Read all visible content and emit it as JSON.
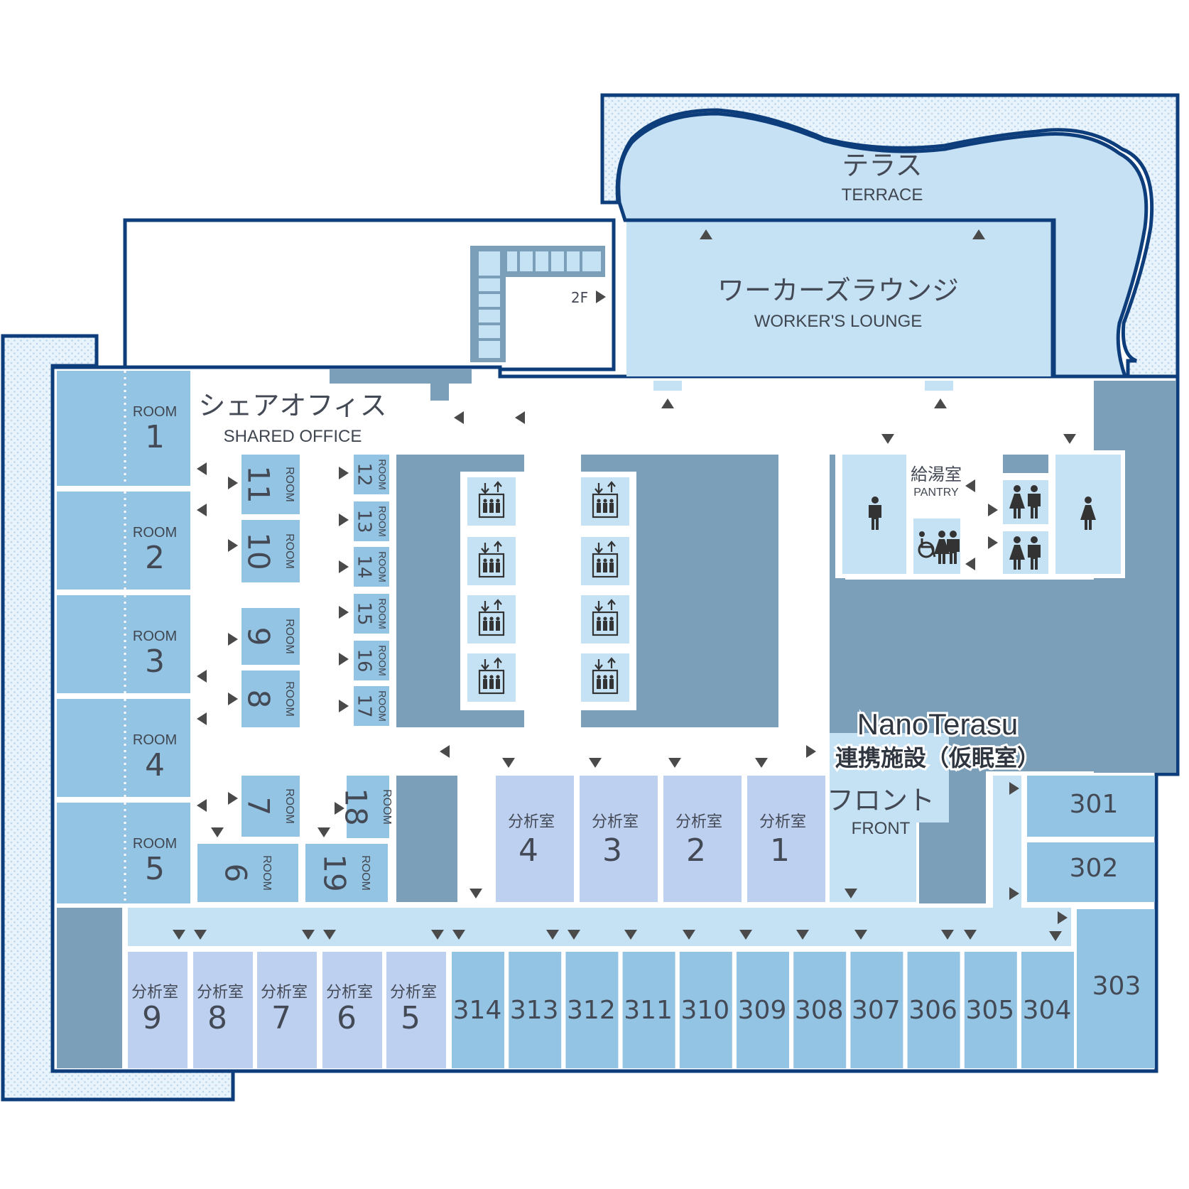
{
  "terrace": {
    "ja": "テラス",
    "en": "TERRACE"
  },
  "lounge": {
    "ja": "ワーカーズラウンジ",
    "en": "WORKER'S LOUNGE",
    "floor_marker": "2F"
  },
  "shared_office": {
    "ja": "シェアオフィス",
    "en": "SHARED OFFICE"
  },
  "room_word": "ROOM",
  "left_rooms": [
    "1",
    "2",
    "3",
    "4",
    "5"
  ],
  "inner_rooms": [
    "11",
    "10",
    "9",
    "8",
    "7",
    "12",
    "13",
    "14",
    "15",
    "16",
    "17",
    "18",
    "6",
    "19"
  ],
  "pantry": {
    "ja": "給湯室",
    "en": "PANTRY"
  },
  "nanoterasu": {
    "name": "NanoTerasu",
    "sub": "連携施設（仮眠室）"
  },
  "front": {
    "ja": "フロント",
    "en": "FRONT"
  },
  "lab_word": "分析室",
  "analysis_rooms_mid": [
    "4",
    "3",
    "2",
    "1"
  ],
  "analysis_rooms_bottom": [
    "9",
    "8",
    "7",
    "6",
    "5"
  ],
  "numbered_rooms_bottom": [
    "314",
    "313",
    "312",
    "311",
    "310",
    "309",
    "308",
    "307",
    "306",
    "305",
    "304"
  ],
  "right_rooms": [
    "301",
    "302",
    "303"
  ],
  "icons": [
    "elevator-icon",
    "male-restroom-icon",
    "female-restroom-icon",
    "multipurpose-restroom-icon",
    "family-restroom-icon",
    "direction-arrow-icon"
  ],
  "colors": {
    "outline": "#0d3e7b",
    "room_blue": "#94c4e3",
    "lab_lavender": "#bdd0f0",
    "light_blue": "#c5e1f4",
    "core_gray": "#7c9fb9",
    "terrace_fill": "#c7e1f4",
    "arrow": "#4a4a4a"
  }
}
